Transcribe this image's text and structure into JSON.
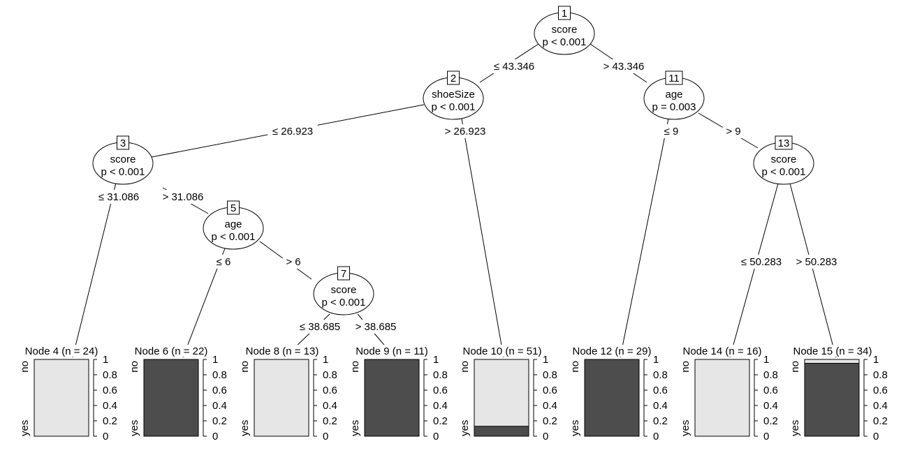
{
  "colors": {
    "no": "#e6e6e6",
    "yes": "#4d4d4d",
    "stroke": "#000000",
    "background": "#ffffff"
  },
  "inner_nodes": [
    {
      "id": "1",
      "variable": "score",
      "p": "p < 0.001"
    },
    {
      "id": "2",
      "variable": "shoeSize",
      "p": "p < 0.001"
    },
    {
      "id": "3",
      "variable": "score",
      "p": "p < 0.001"
    },
    {
      "id": "5",
      "variable": "age",
      "p": "p < 0.001"
    },
    {
      "id": "7",
      "variable": "score",
      "p": "p < 0.001"
    },
    {
      "id": "11",
      "variable": "age",
      "p": "p = 0.003"
    },
    {
      "id": "13",
      "variable": "score",
      "p": "p < 0.001"
    }
  ],
  "edges": [
    {
      "label": "≤ 43.346"
    },
    {
      "label": "> 43.346"
    },
    {
      "label": "≤ 26.923"
    },
    {
      "label": "> 26.923"
    },
    {
      "label": "≤ 31.086"
    },
    {
      "label": "> 31.086"
    },
    {
      "label": "≤ 6"
    },
    {
      "label": "> 6"
    },
    {
      "label": "≤ 38.685"
    },
    {
      "label": "> 38.685"
    },
    {
      "label": "≤ 9"
    },
    {
      "label": "> 9"
    },
    {
      "label": "≤ 50.283"
    },
    {
      "label": "> 50.283"
    }
  ],
  "terminal_nodes": [
    {
      "title": "Node 4 (n = 24)",
      "yes_fraction": 0.0
    },
    {
      "title": "Node 6 (n = 22)",
      "yes_fraction": 1.0
    },
    {
      "title": "Node 8 (n = 13)",
      "yes_fraction": 0.0
    },
    {
      "title": "Node 9 (n = 11)",
      "yes_fraction": 1.0
    },
    {
      "title": "Node 10 (n = 51)",
      "yes_fraction": 0.13
    },
    {
      "title": "Node 12 (n = 29)",
      "yes_fraction": 1.0
    },
    {
      "title": "Node 14 (n = 16)",
      "yes_fraction": 0.0
    },
    {
      "title": "Node 15 (n = 34)",
      "yes_fraction": 0.95
    }
  ],
  "axis": {
    "ticks": [
      {
        "value": 0,
        "label": "0"
      },
      {
        "value": 0.2,
        "label": "0.2"
      },
      {
        "value": 0.4,
        "label": "0.4"
      },
      {
        "value": 0.6,
        "label": "0.6"
      },
      {
        "value": 0.8,
        "label": "0.8"
      },
      {
        "value": 1,
        "label": "1"
      }
    ],
    "category_top": "no",
    "category_bottom": "yes"
  }
}
